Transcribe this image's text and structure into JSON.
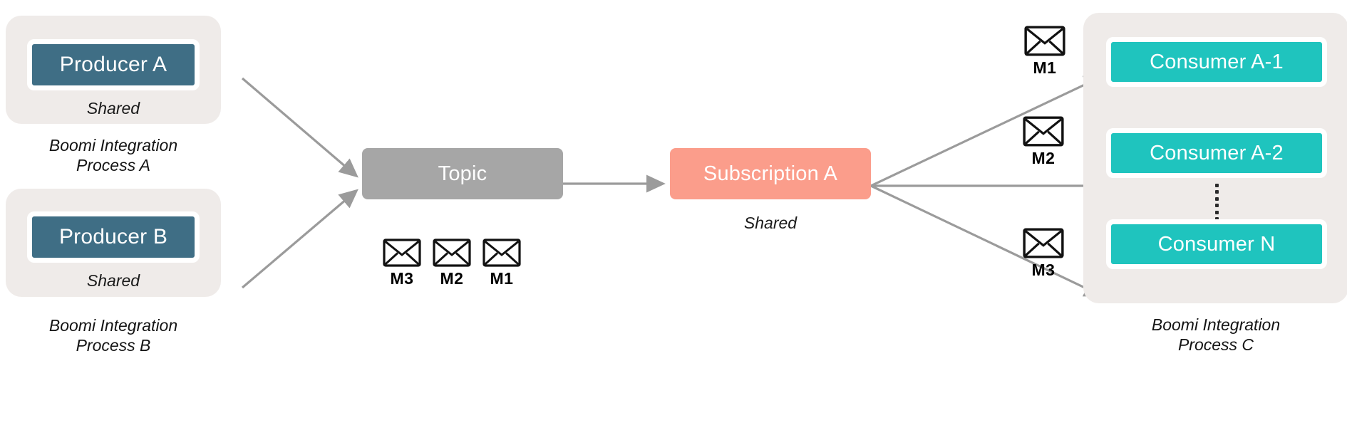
{
  "diagram": {
    "title": "Publish-subscribe messaging topology",
    "colors": {
      "producer": "#3F6E85",
      "consumer": "#1FC4BE",
      "topic": "#A6A6A6",
      "subscription": "#FB9D8B",
      "panel": "#EFEBE9",
      "arrow": "#9B9B9B",
      "background": "#FFFFFF"
    },
    "groups": [
      {
        "id": "process-a",
        "caption": "Boomi Integration\nProcess A",
        "node": {
          "label": "Producer A",
          "kind": "producer"
        },
        "shared_label": "Shared"
      },
      {
        "id": "process-b",
        "caption": "Boomi Integration\nProcess B",
        "node": {
          "label": "Producer B",
          "kind": "producer"
        },
        "shared_label": "Shared"
      },
      {
        "id": "process-c",
        "caption": "Boomi Integration\nProcess C",
        "nodes": [
          {
            "label": "Consumer A-1",
            "kind": "consumer"
          },
          {
            "label": "Consumer A-2",
            "kind": "consumer"
          },
          {
            "label": "Consumer N",
            "kind": "consumer"
          }
        ],
        "ellipsis": "vertical-dots"
      }
    ],
    "topic": {
      "label": "Topic",
      "kind": "topic"
    },
    "subscription": {
      "label": "Subscription A",
      "kind": "subscription",
      "shared_label": "Shared"
    },
    "topic_messages": [
      {
        "label": "M3",
        "icon": "envelope-icon"
      },
      {
        "label": "M2",
        "icon": "envelope-icon"
      },
      {
        "label": "M1",
        "icon": "envelope-icon"
      }
    ],
    "delivery_messages": [
      {
        "label": "M1",
        "icon": "envelope-icon",
        "to": "Consumer A-1"
      },
      {
        "label": "M2",
        "icon": "envelope-icon",
        "to": "Consumer A-2"
      },
      {
        "label": "M3",
        "icon": "envelope-icon",
        "to": "Consumer N"
      }
    ],
    "connections": [
      {
        "from": "Producer A",
        "to": "Topic"
      },
      {
        "from": "Producer B",
        "to": "Topic"
      },
      {
        "from": "Topic",
        "to": "Subscription A"
      },
      {
        "from": "Subscription A",
        "to": "Consumer A-1"
      },
      {
        "from": "Subscription A",
        "to": "Consumer A-2"
      },
      {
        "from": "Subscription A",
        "to": "Consumer N"
      }
    ]
  }
}
